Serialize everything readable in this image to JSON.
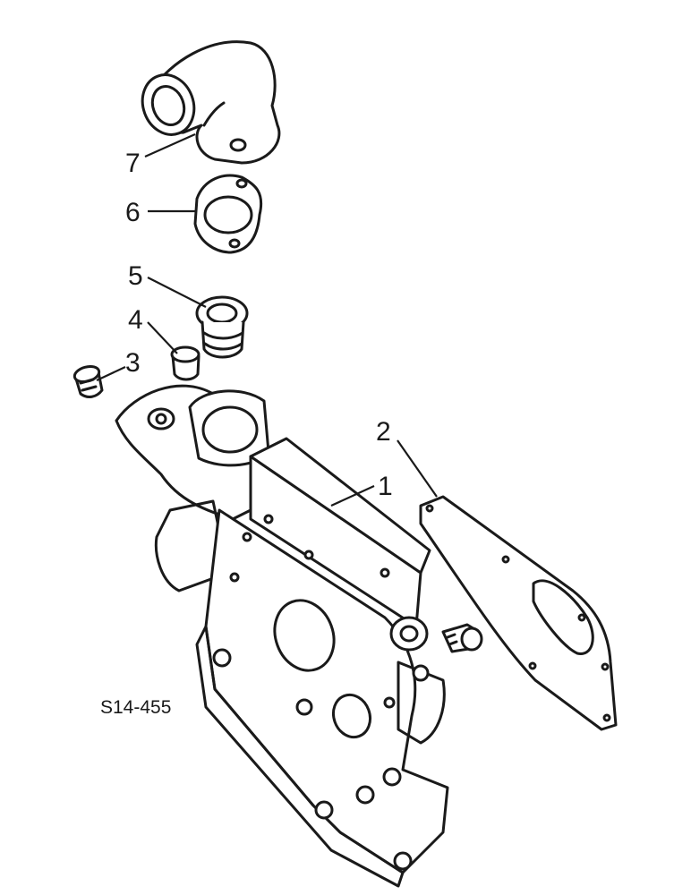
{
  "figure_code": "S14-455",
  "callouts": [
    "1",
    "2",
    "3",
    "4",
    "5",
    "6",
    "7"
  ],
  "colors": {
    "ink": "#1a1a1a",
    "paper": "#ffffff",
    "shade": "#d9d9d9"
  }
}
